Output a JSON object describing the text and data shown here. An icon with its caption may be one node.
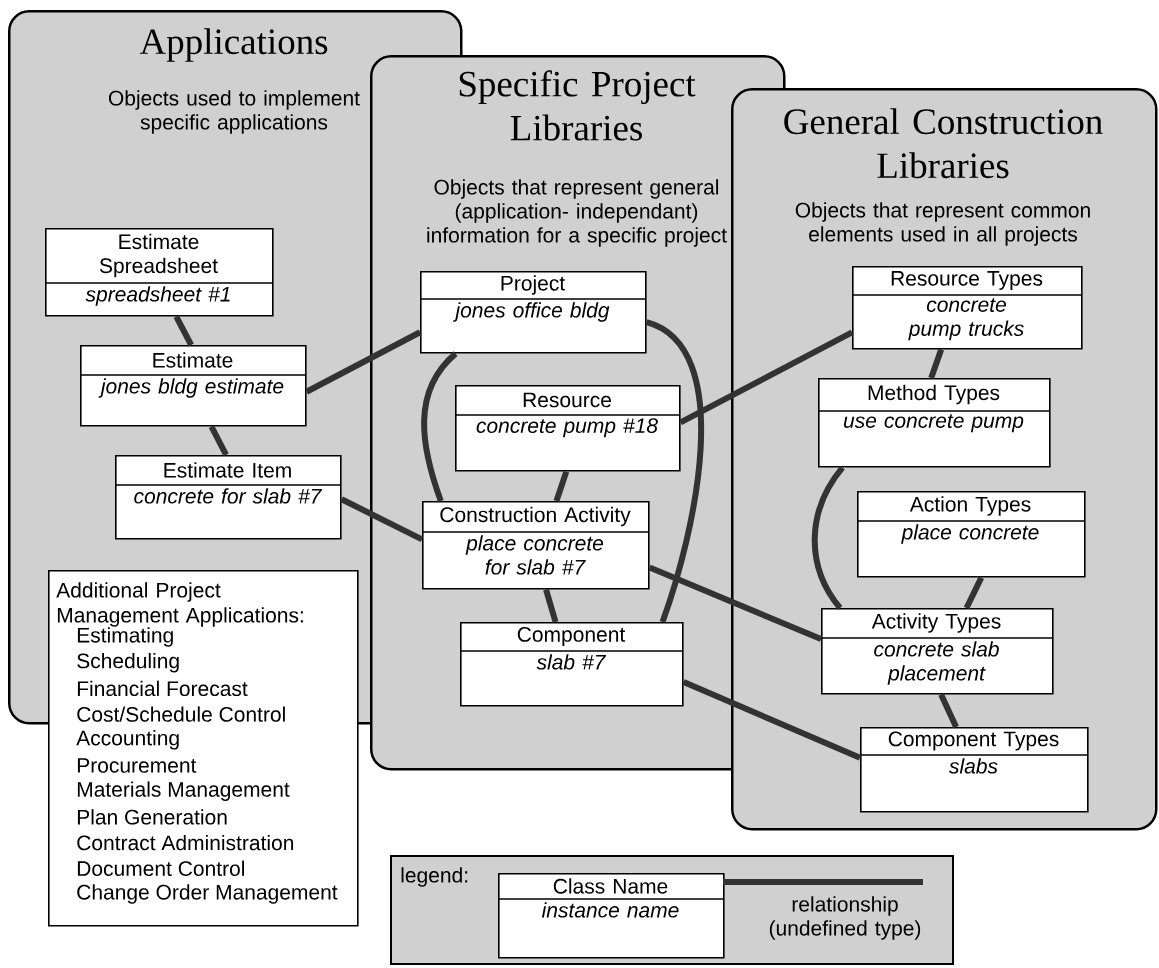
{
  "diagram": {
    "nodes": [
      {
        "text": [
          "Applications",
          "Objects used to implement specific applications"
        ]
      },
      {
        "text": [
          "Estimate Spreadsheet",
          "spreadsheet #1"
        ],
        "in": 0
      },
      {
        "text": [
          "Estimate",
          "jones bldg estimate"
        ],
        "in": 0
      },
      {
        "text": [
          "Estimate Item",
          "concrete for slab #7"
        ],
        "in": 0
      },
      {
        "text": [
          "Additional Project Management Applications:",
          "Estimating",
          "Scheduling",
          "Financial Forecast",
          "Cost/Schedule Control",
          "Accounting",
          "Procurement",
          "Materials Management",
          "Plan Generation",
          "Contract Administration",
          "Document Control",
          "Change Order Management"
        ]
      },
      {
        "text": [
          "Specific Project Libraries",
          "Objects that represent general (application- independant) information for a specific project"
        ]
      },
      {
        "text": [
          "Project",
          "jones office bldg"
        ],
        "in": 5
      },
      {
        "text": [
          "Resource",
          "concrete pump #18"
        ],
        "in": 5
      },
      {
        "text": [
          "Construction Activity",
          "place concrete for slab #7"
        ],
        "in": 5
      },
      {
        "text": [
          "Component",
          "slab #7"
        ],
        "in": 5
      },
      {
        "text": [
          "General Construction Libraries",
          "Objects that represent common elements used in all projects"
        ]
      },
      {
        "text": [
          "Resource Types",
          "concrete pump trucks"
        ],
        "in": 10
      },
      {
        "text": [
          "Method Types",
          "use concrete pump"
        ],
        "in": 10
      },
      {
        "text": [
          "Action Types",
          "place concrete"
        ],
        "in": 10
      },
      {
        "text": [
          "Activity Types",
          "concrete slab placement"
        ],
        "in": 10
      },
      {
        "text": [
          "Component Types",
          "slabs"
        ],
        "in": 10
      },
      {
        "text": [
          "legend:"
        ]
      },
      {
        "text": [
          "Class Name",
          "instance name"
        ],
        "in": 16
      }
    ],
    "edges": [
      {
        "from": 1,
        "to": 2,
        "arrow": "none"
      },
      {
        "from": 2,
        "to": 3,
        "arrow": "none"
      },
      {
        "from": 2,
        "to": 6,
        "arrow": "none"
      },
      {
        "from": 3,
        "to": 8,
        "arrow": "none"
      },
      {
        "from": 6,
        "to": 8,
        "arrow": "none"
      },
      {
        "from": 6,
        "to": 9,
        "arrow": "none"
      },
      {
        "from": 7,
        "to": 8,
        "arrow": "none"
      },
      {
        "from": 8,
        "to": 9,
        "arrow": "none"
      },
      {
        "from": 7,
        "to": 11,
        "arrow": "none"
      },
      {
        "from": 11,
        "to": 12,
        "arrow": "none"
      },
      {
        "from": 12,
        "to": 14,
        "arrow": "none"
      },
      {
        "from": 13,
        "to": 14,
        "arrow": "none"
      },
      {
        "from": 14,
        "to": 15,
        "arrow": "none"
      },
      {
        "from": 8,
        "to": 14,
        "arrow": "none"
      },
      {
        "from": 9,
        "to": 15,
        "arrow": "none"
      }
    ],
    "legend": [
      {
        "text": "relationship (undefined type)"
      }
    ]
  }
}
